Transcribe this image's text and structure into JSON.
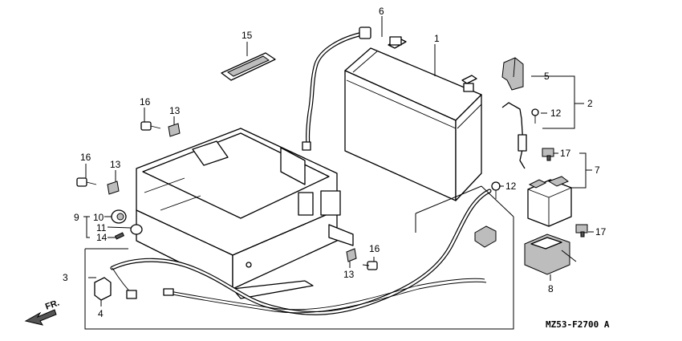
{
  "diagram": {
    "code": "MZ53-F2700 A",
    "direction_label": "FR.",
    "labels": {
      "l1": "1",
      "l2": "2",
      "l3": "3",
      "l4": "4",
      "l5": "5",
      "l6": "6",
      "l7": "7",
      "l8": "8",
      "l9": "9",
      "l10": "10",
      "l11": "11",
      "l12a": "12",
      "l12b": "12",
      "l13a": "13",
      "l13b": "13",
      "l13c": "13",
      "l14": "14",
      "l15": "15",
      "l16a": "16",
      "l16b": "16",
      "l16c": "16",
      "l17a": "17",
      "l17b": "17"
    }
  }
}
